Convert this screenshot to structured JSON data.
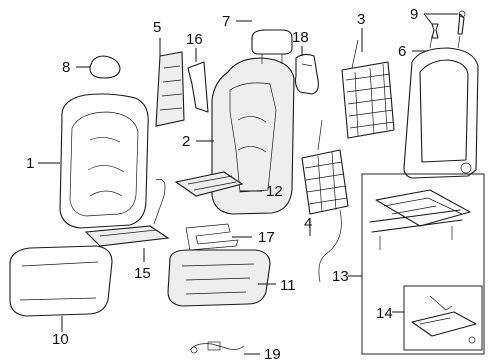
{
  "callouts": [
    "1",
    "2",
    "3",
    "4",
    "5",
    "6",
    "7",
    "8",
    "9",
    "10",
    "11",
    "12",
    "13",
    "14",
    "15",
    "16",
    "17",
    "18",
    "19"
  ],
  "parts": {
    "p1": "seat-back-cover",
    "p2": "seat-back-pad",
    "p3": "seat-back-frame-spring",
    "p4": "lumbar-support",
    "p5": "pad-insulator",
    "p6": "seat-back-frame",
    "p7": "headrest",
    "p8": "headrest-guide",
    "p9": "headrest-guide-pins",
    "p10": "seat-cushion-cover",
    "p11": "seat-cushion-pad",
    "p12": "heater-element-back",
    "p13": "seat-adjuster-track",
    "p14": "adjuster-motor-switch",
    "p15": "heater-element-cushion",
    "p16": "bracket",
    "p17": "cushion-heater-mat",
    "p18": "recliner-handle",
    "p19": "wire-harness"
  },
  "colors": {
    "line": "#1a1a1a",
    "background": "#ffffff",
    "shade": "#eeeeee"
  }
}
